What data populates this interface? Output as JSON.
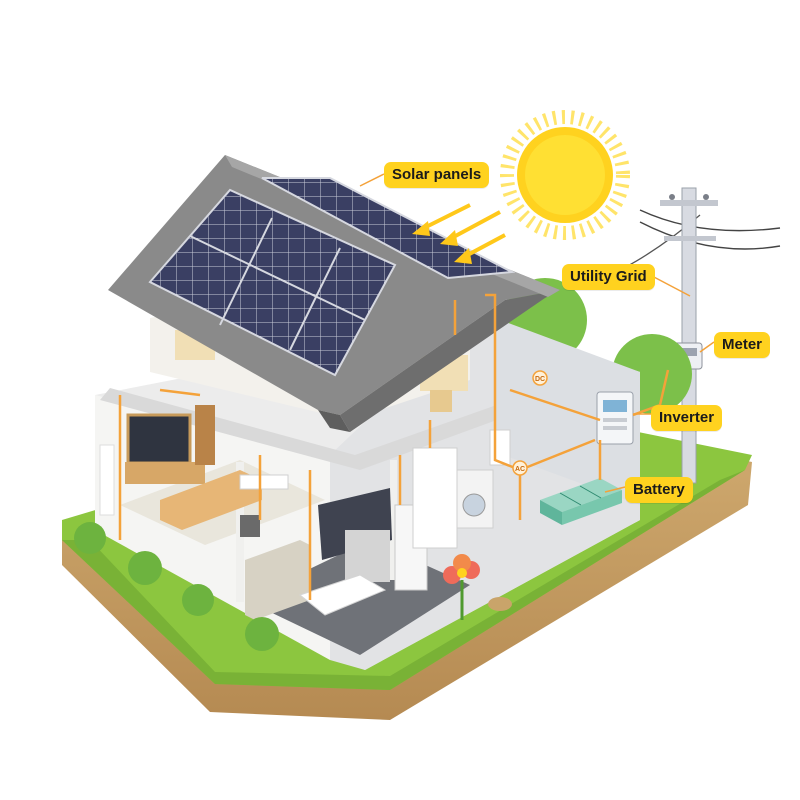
{
  "labels": {
    "solar_panels": "Solar panels",
    "utility_grid": "Utility Grid",
    "meter": "Meter",
    "inverter": "Inverter",
    "battery": "Battery"
  },
  "wire_tags": {
    "dc": "DC",
    "ac": "AC"
  },
  "colors": {
    "callout": "#ffd21f",
    "wire": "#f4a23a",
    "sun": "#ffd21f",
    "grass": "#8cc63f",
    "soil": "#c9a46a",
    "panel": "#3b3f5c",
    "roof": "#7a7a7a"
  },
  "icons": [
    "sun-icon",
    "utility-pole-icon",
    "meter-icon",
    "inverter-icon",
    "battery-icon",
    "flower-icon",
    "bush-icon"
  ]
}
